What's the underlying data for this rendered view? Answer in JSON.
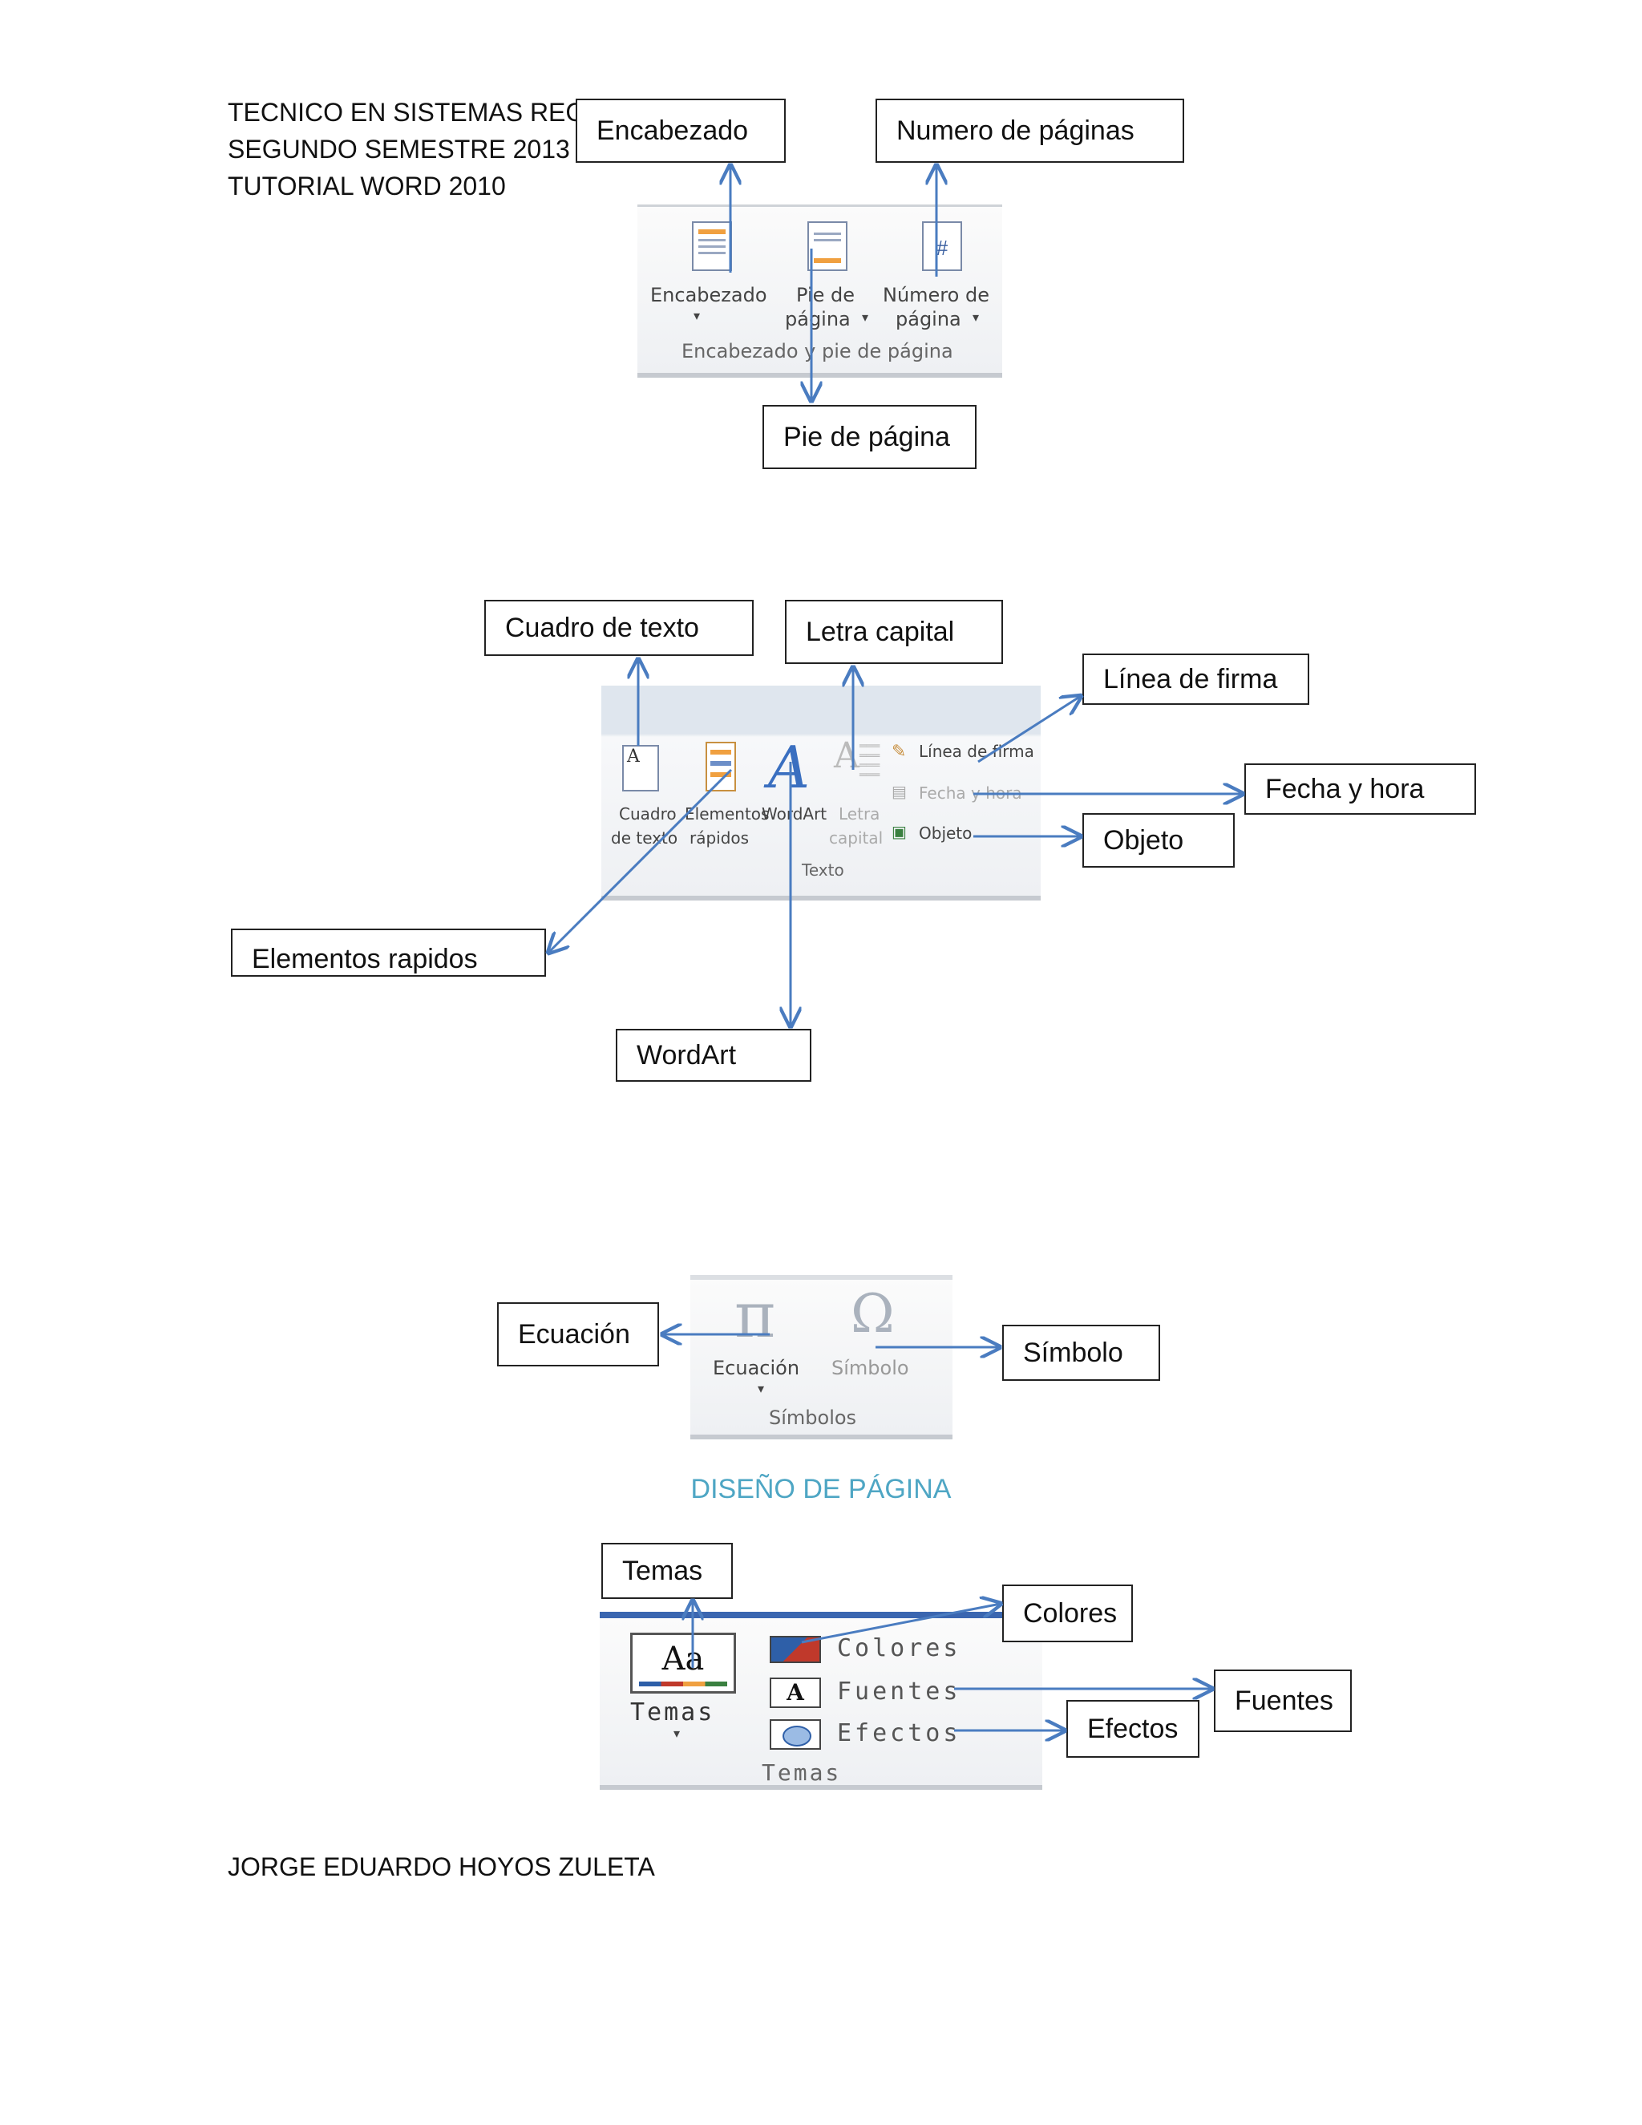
{
  "header": {
    "line1": "TECNICO EN SISTEMAS REGIO",
    "line2": "SEGUNDO SEMESTRE  2013",
    "line3": "TUTORIAL WORD 2010"
  },
  "section1": {
    "callouts": {
      "encabezado": "Encabezado",
      "numero": "Numero de páginas",
      "pie": "Pie de página"
    },
    "ribbon": {
      "btn_encabezado": "Encabezado",
      "btn_pie_1": "Pie de",
      "btn_pie_2": "página",
      "btn_numero_1": "Número de",
      "btn_numero_2": "página",
      "group": "Encabezado y pie de página"
    }
  },
  "section2": {
    "callouts": {
      "cuadro": "Cuadro de texto",
      "letra": "Letra capital",
      "linea": "Línea de firma",
      "fecha": "Fecha y hora",
      "objeto": "Objeto",
      "elementos": "Elementos rapidos",
      "wordart": "WordArt"
    },
    "ribbon": {
      "cuadro_1": "Cuadro",
      "cuadro_2": "de texto",
      "elementos_1": "Elementos",
      "elementos_2": "rápidos",
      "wordart": "WordArt",
      "letra_1": "Letra",
      "letra_2": "capital",
      "linea": "Línea de firma",
      "fecha": "Fecha y hora",
      "objeto": "Objeto",
      "group": "Texto"
    }
  },
  "section3": {
    "callouts": {
      "ecuacion": "Ecuación",
      "simbolo": "Símbolo"
    },
    "ribbon": {
      "ecuacion": "Ecuación",
      "simbolo": "Símbolo",
      "group": "Símbolos"
    }
  },
  "section_title": "DISEÑO DE PÁGINA",
  "section4": {
    "callouts": {
      "temas": "Temas",
      "colores": "Colores",
      "fuentes": "Fuentes",
      "efectos": "Efectos"
    },
    "ribbon": {
      "temas": "Temas",
      "colores": "Colores",
      "fuentes": "Fuentes",
      "efectos": "Efectos",
      "group": "Temas"
    }
  },
  "author": "JORGE EDUARDO HOYOS ZULETA",
  "colors": {
    "arrow": "#4a7cc0",
    "title": "#4ea6c4"
  }
}
